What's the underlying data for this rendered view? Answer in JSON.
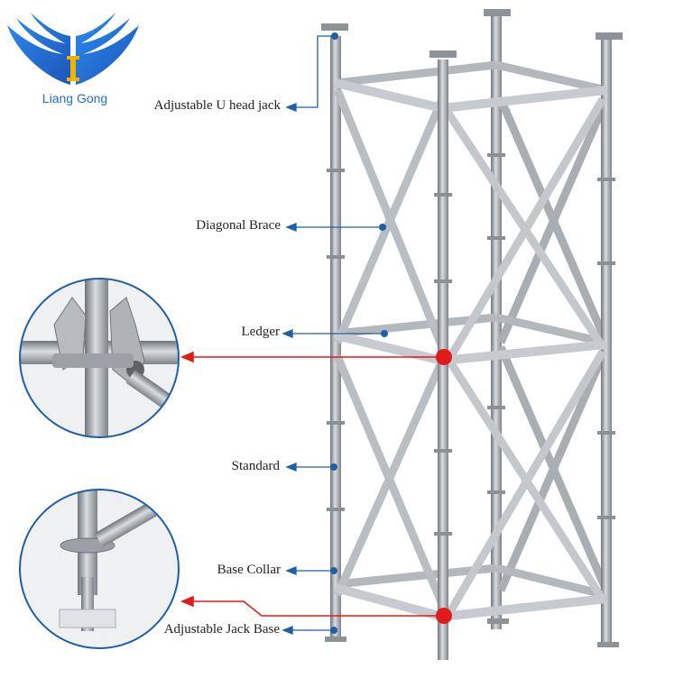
{
  "brand": {
    "name": "Liang Gong",
    "primary_color": "#1f6fd1",
    "accent_color": "#f2b400"
  },
  "labels": {
    "u_head_jack": "Adjustable U head jack",
    "diagonal_brace": "Diagonal Brace",
    "ledger": "Ledger",
    "standard": "Standard",
    "base_collar": "Base Collar",
    "jack_base": "Adjustable Jack Base"
  },
  "colors": {
    "leader": "#1f5fa8",
    "highlight": "#e11b1b",
    "steel": "#9aa0a6"
  }
}
